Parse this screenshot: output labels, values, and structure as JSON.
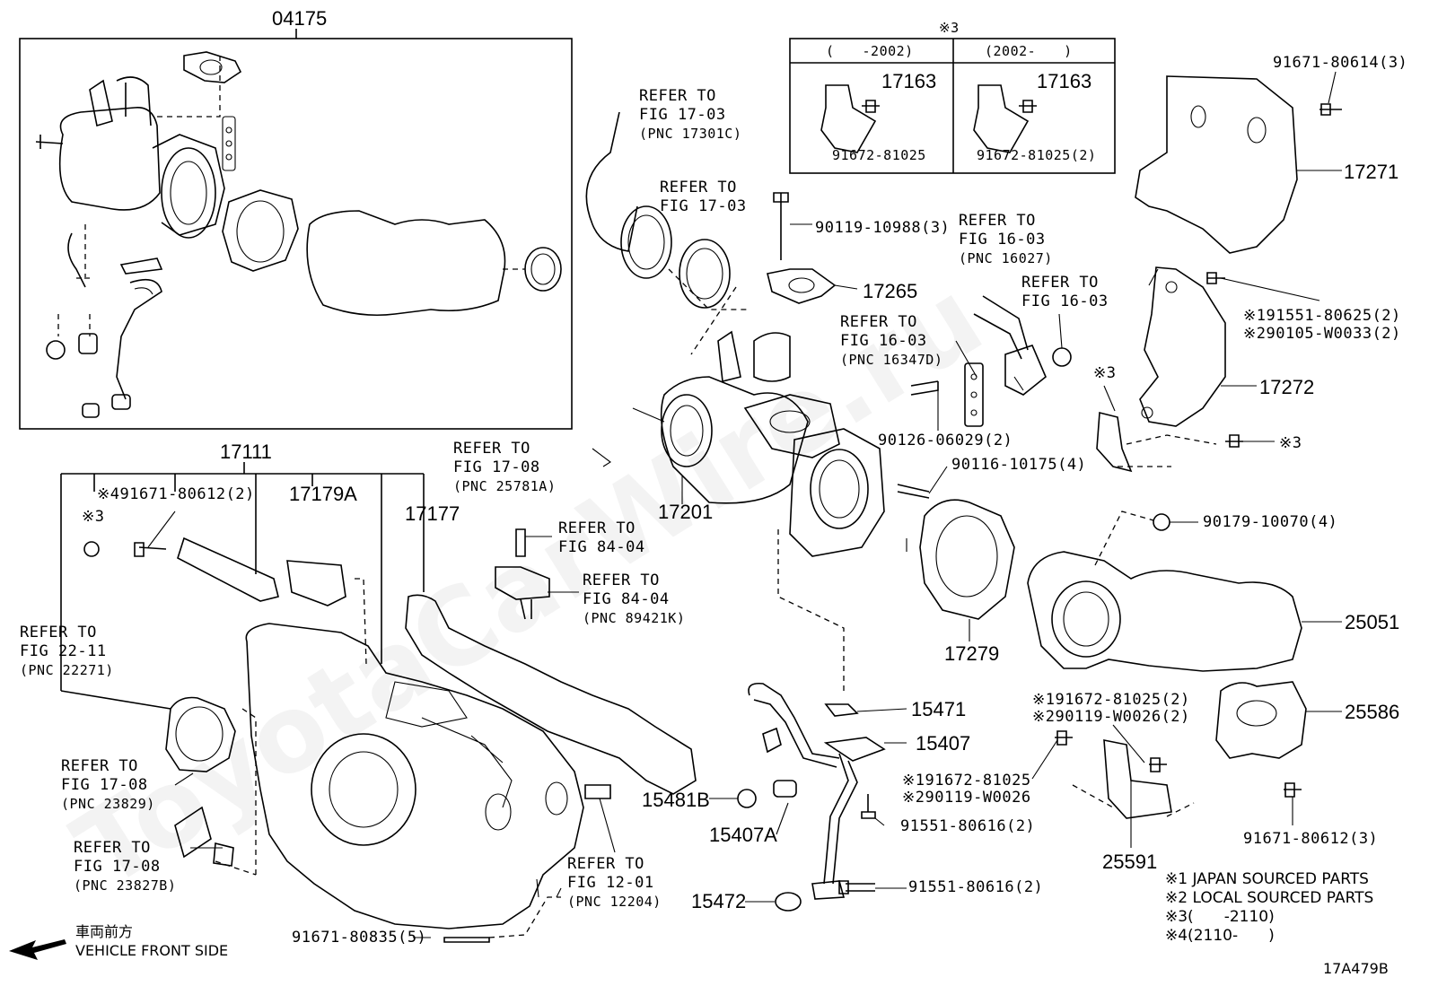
{
  "diagram_code": "17A479B",
  "front": {
    "jp": "車両前方",
    "en": "VEHICLE FRONT SIDE"
  },
  "watermark": "ToyotaCarWire.ru",
  "inset": {
    "title": "※3",
    "col_a": "(　　-2002)",
    "col_b": "(2002-　　)",
    "part_a": "17163",
    "bolt_a": "91672-81025",
    "part_b": "17163",
    "bolt_b": "91672-81025(2)"
  },
  "notes": [
    "※1  JAPAN SOURCED PARTS",
    "※2  LOCAL SOURCED PARTS",
    "※3(　　-2110)",
    "※4(2110-　　)"
  ],
  "labels": {
    "p04175": "04175",
    "p17111": "17111",
    "p17179A": "17179A",
    "p17177": "17177",
    "p17201": "17201",
    "p17265": "17265",
    "p17271": "17271",
    "p17272": "17272",
    "p17279": "17279",
    "p25051": "25051",
    "p25586": "25586",
    "p25591": "25591",
    "p15471": "15471",
    "p15407": "15407",
    "p15481B": "15481B",
    "p15407A": "15407A",
    "p15472": "15472",
    "b91671_80614": "91671-80614(3)",
    "b90119_10988": "90119-10988(3)",
    "b91551_80625": "※191551-80625(2)",
    "b90105_W0033": "※290105-W0033(2)",
    "b90126_06029": "90126-06029(2)",
    "b90116_10175": "90116-10175(4)",
    "b90179_10070": "90179-10070(4)",
    "x3_a": "※3",
    "x3_b": "※3",
    "x3_c": "※3",
    "b91671_80612_x4": "※491671-80612(2)",
    "b91672_81025_x1a": "※191672-81025(2)",
    "b90119_W0026_x2a": "※290119-W0026(2)",
    "b91672_81025_x1b": "※191672-81025",
    "b90119_W0026_x2b": "※290119-W0026",
    "b91551_80616_a": "91551-80616(2)",
    "b91551_80616_b": "91551-80616(2)",
    "b91671_80612_3": "91671-80612(3)",
    "b91671_80835": "91671-80835(5)"
  },
  "refs": {
    "r1703a": {
      "l1": "REFER TO",
      "l2": "FIG 17-03",
      "l3": "(PNC 17301C)"
    },
    "r1703b": {
      "l1": "REFER TO",
      "l2": "FIG 17-03"
    },
    "r1603a": {
      "l1": "REFER TO",
      "l2": "FIG 16-03",
      "l3": "(PNC 16027)"
    },
    "r1603b": {
      "l1": "REFER TO",
      "l2": "FIG 16-03"
    },
    "r1603c": {
      "l1": "REFER TO",
      "l2": "FIG 16-03",
      "l3": "(PNC 16347D)"
    },
    "r1708a": {
      "l1": "REFER TO",
      "l2": "FIG 17-08",
      "l3": "(PNC 25781A)"
    },
    "r8404a": {
      "l1": "REFER TO",
      "l2": "FIG 84-04"
    },
    "r8404b": {
      "l1": "REFER TO",
      "l2": "FIG 84-04",
      "l3": "(PNC 89421K)"
    },
    "r2211": {
      "l1": "REFER TO",
      "l2": "FIG 22-11",
      "l3": "(PNC 22271)"
    },
    "r1708b": {
      "l1": "REFER TO",
      "l2": "FIG 17-08",
      "l3": "(PNC 23829)"
    },
    "r1708c": {
      "l1": "REFER TO",
      "l2": "FIG 17-08",
      "l3": "(PNC 23827B)"
    },
    "r1201": {
      "l1": "REFER TO",
      "l2": "FIG 12-01",
      "l3": "(PNC 12204)"
    }
  }
}
